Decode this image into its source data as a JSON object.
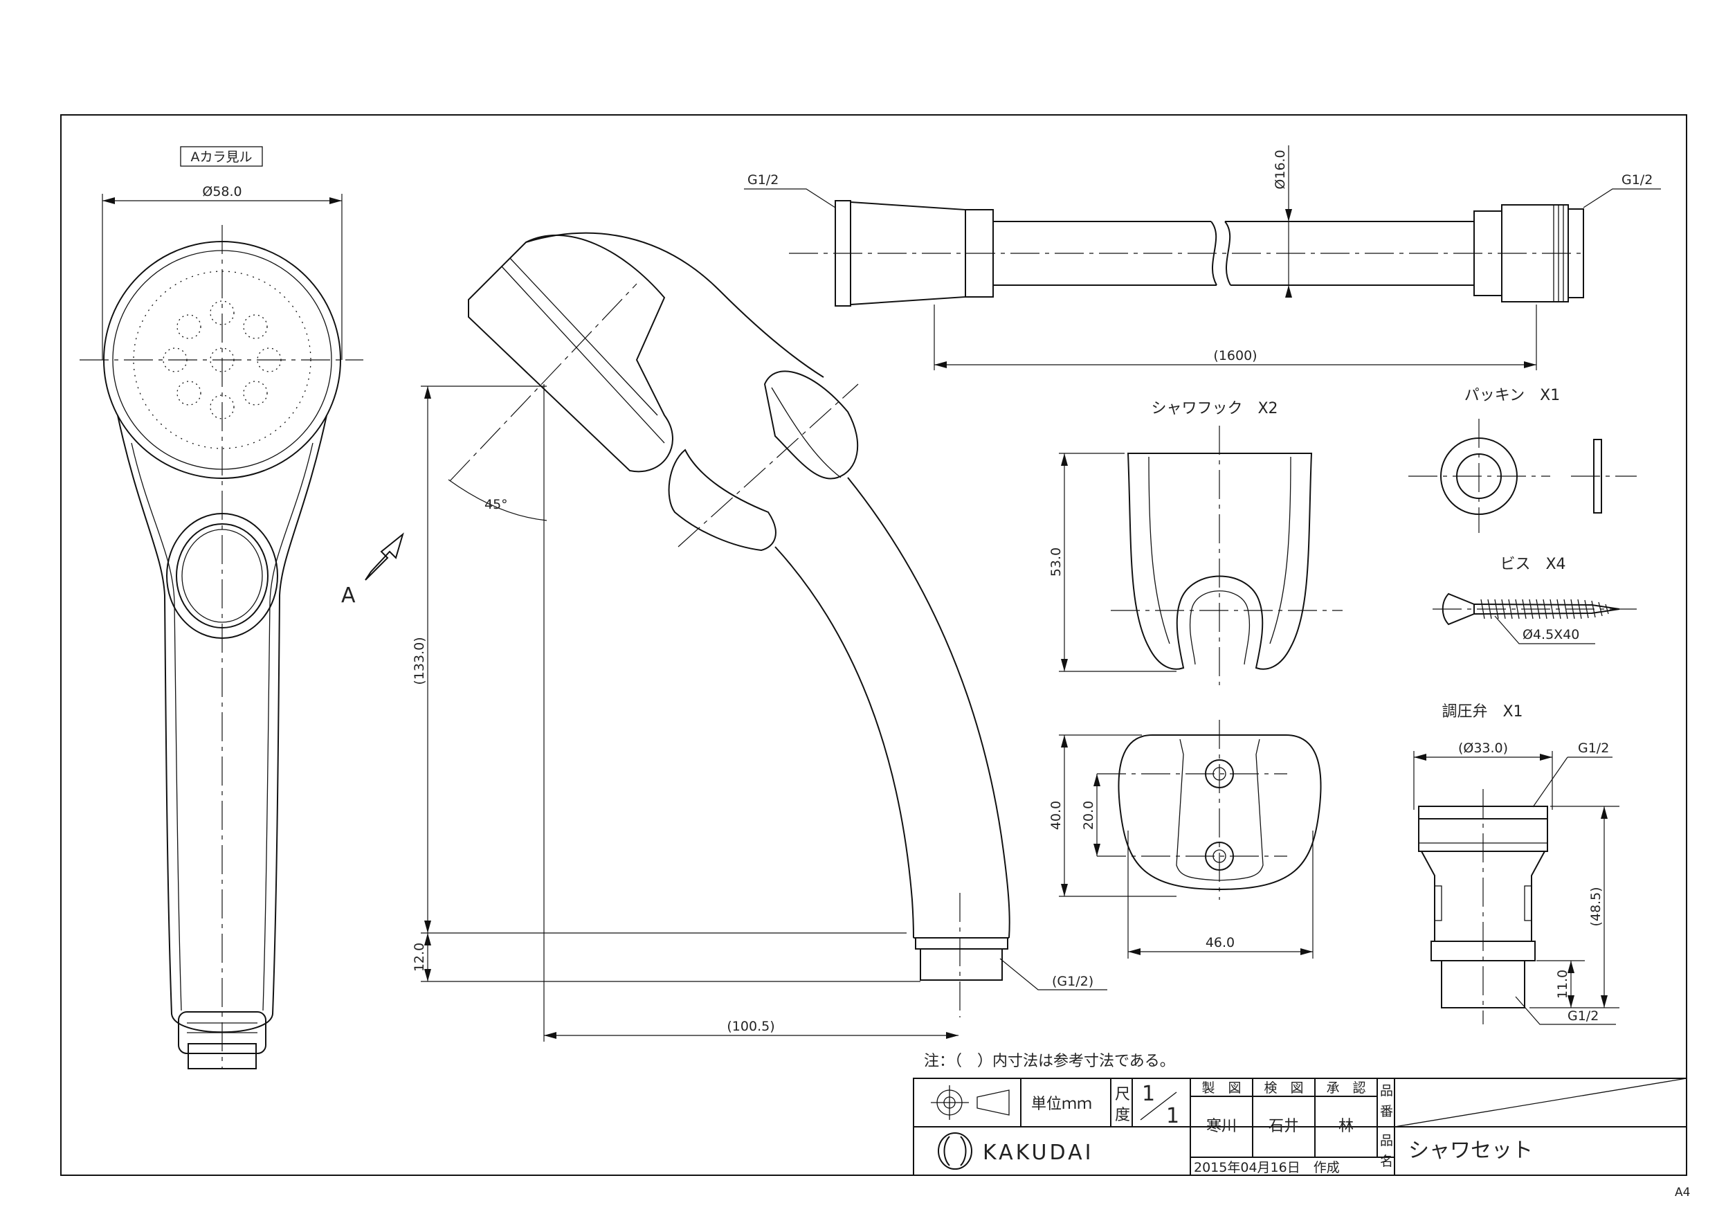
{
  "labels": {
    "view_a": "Aカラ見ル",
    "dia_head": "Ø58.0",
    "arrow_a": "A",
    "angle": "45°",
    "dim_133": "(133.0)",
    "dim_12": "12.0",
    "dim_100_5": "(100.5)",
    "g12_body": "(G1/2)",
    "hose_g12_left": "G1/2",
    "hose_g12_right": "G1/2",
    "hose_dia": "Ø16.0",
    "hose_len": "(1600)",
    "hook_title": "シャワフック　X2",
    "hook_53": "53.0",
    "hook_40": "40.0",
    "hook_20": "20.0",
    "hook_46": "46.0",
    "packing_title": "パッキン　X1",
    "screw_title": "ビス　X4",
    "screw_size": "Ø4.5X40",
    "valve_title": "調圧弁　X1",
    "valve_dia": "(Ø33.0)",
    "valve_g12_top": "G1/2",
    "valve_48_5": "(48.5)",
    "valve_11": "11.0",
    "valve_g12_bottom": "G1/2",
    "note": "注：（　）内寸法は参考寸法である。"
  },
  "title_block": {
    "unit_label": "単位ｍｍ",
    "scale_label_top": "尺",
    "scale_label_bottom": "度",
    "scale_num": "1",
    "scale_den": "1",
    "col_drawn": "製　図",
    "col_checked": "検　図",
    "col_approved": "承　認",
    "name_drawn": "寒川",
    "name_checked": "石井",
    "name_approved": "林",
    "part_no_label_1": "品",
    "part_no_label_2": "番",
    "part_name_label_1": "品",
    "part_name_label_2": "名",
    "part_name": "シャワセット",
    "company": "KAKUDAI",
    "date": "2015年04月16日　作成",
    "paper_size": "A4"
  }
}
